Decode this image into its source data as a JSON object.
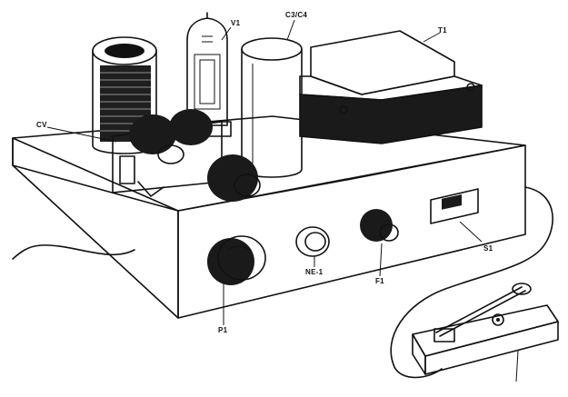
{
  "labels": {
    "v1": "V1",
    "c3c4": "C3/C4",
    "t1": "T1",
    "cv": "CV",
    "s1": "S1",
    "ne1": "NE-1",
    "f1": "F1",
    "p1": "P1"
  },
  "colors": {
    "ink": "#111111",
    "paper": "#ffffff",
    "core": "#1a1a1a"
  }
}
